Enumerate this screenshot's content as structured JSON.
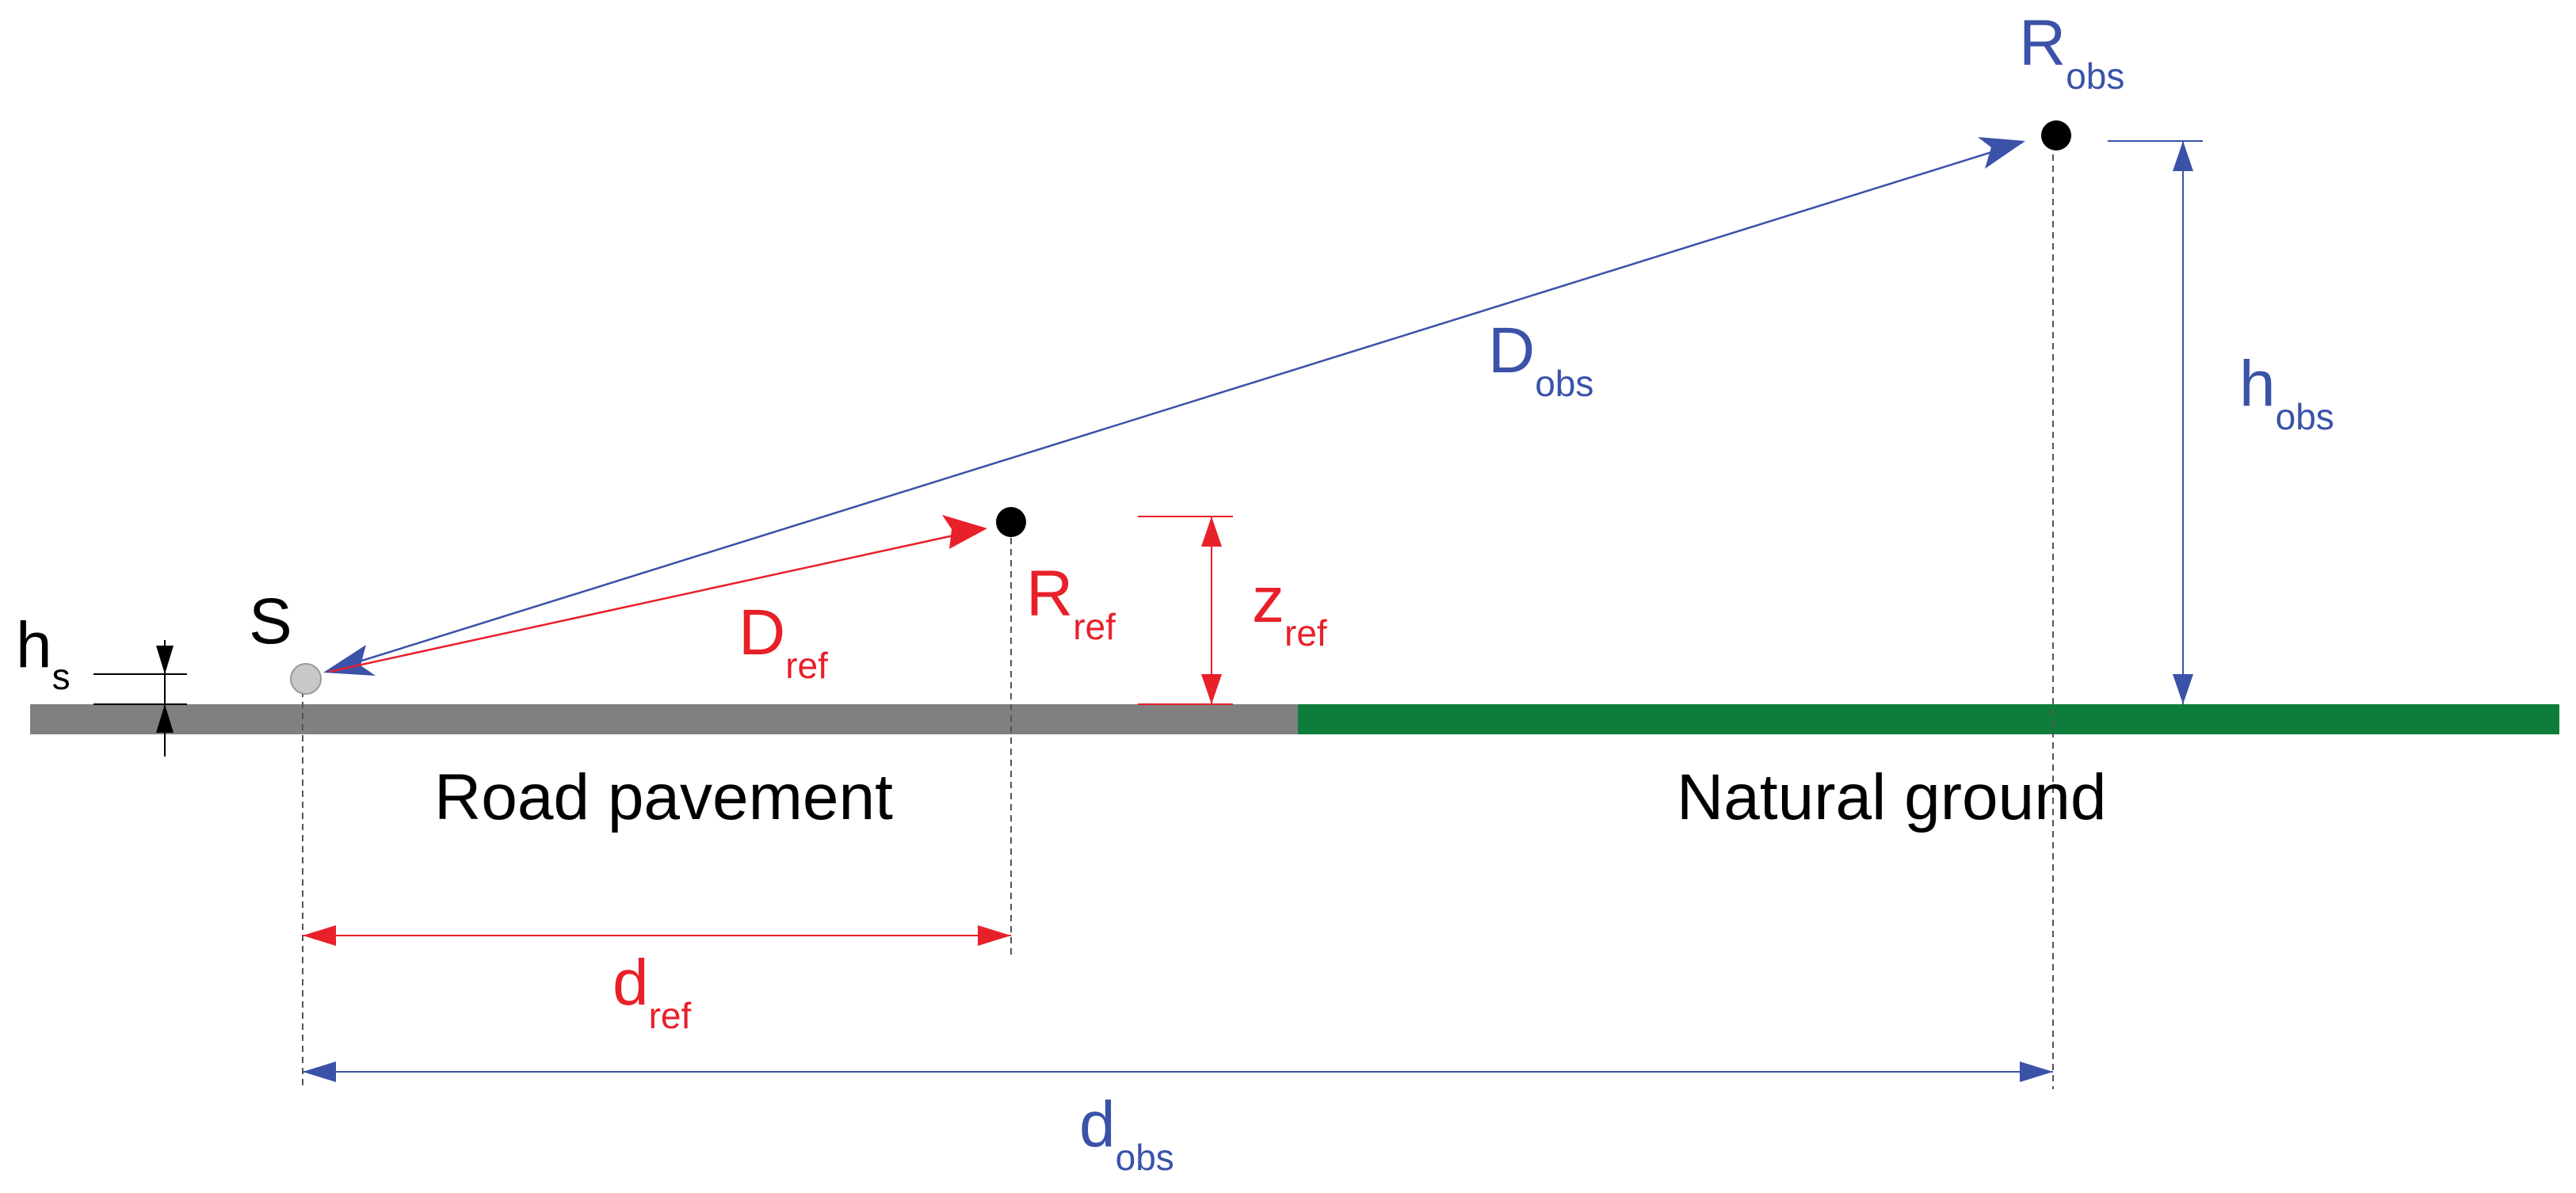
{
  "colors": {
    "red": "#e8202a",
    "blue": "#3a52a8",
    "black": "#000000",
    "road": "#808080",
    "ground": "#0e7d3c",
    "source": "#c8c8c8"
  },
  "labels": {
    "source": "S",
    "road_pavement": "Road pavement",
    "natural_ground": "Natural ground",
    "h_s": {
      "main": "h",
      "sub": "s"
    },
    "r_obs": {
      "main": "R",
      "sub": "obs"
    },
    "d_obs_path": {
      "main": "D",
      "sub": "obs"
    },
    "h_obs": {
      "main": "h",
      "sub": "obs"
    },
    "r_ref": {
      "main": "R",
      "sub": "ref"
    },
    "d_ref_path": {
      "main": "D",
      "sub": "ref"
    },
    "z_ref": {
      "main": "z",
      "sub": "ref"
    },
    "d_ref_dist": {
      "main": "d",
      "sub": "ref"
    },
    "d_obs_dist": {
      "main": "d",
      "sub": "obs"
    }
  }
}
